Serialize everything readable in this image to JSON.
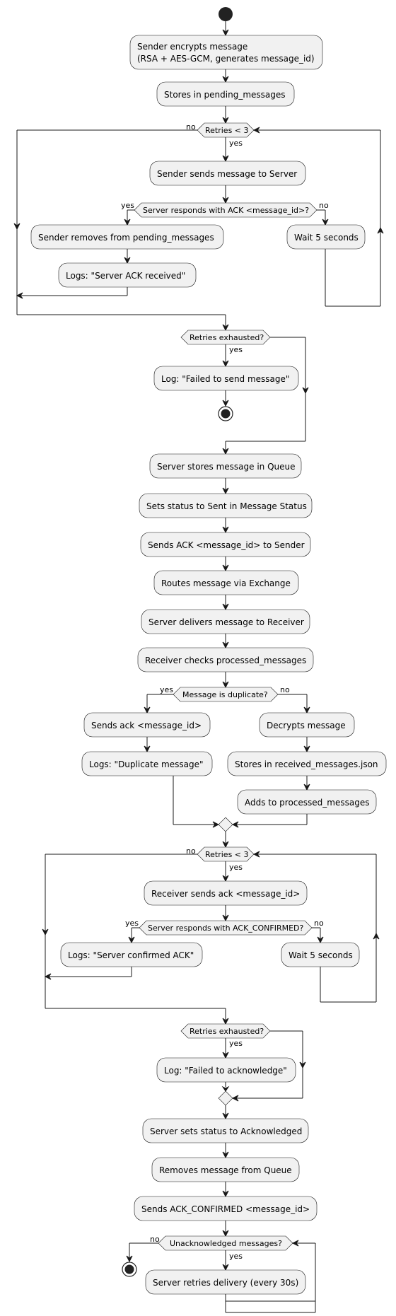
{
  "nodes": {
    "a1_l1": "Sender encrypts message",
    "a1_l2": "(RSA + AES-GCM, generates message_id)",
    "a2": "Stores in pending_messages",
    "a3": "Sender sends message to Server",
    "a4": "Sender removes from pending_messages",
    "a5": "Logs: \"Server ACK received\"",
    "a6": "Wait 5 seconds",
    "a7": "Log: \"Failed to send message\"",
    "a8": "Server stores message in Queue",
    "a9": "Sets status to Sent in Message Status",
    "a10": "Sends ACK <message_id> to Sender",
    "a11": "Routes message via Exchange",
    "a12": "Server delivers message to Receiver",
    "a13": "Receiver checks processed_messages",
    "a14": "Sends ack <message_id>",
    "a15": "Logs: \"Duplicate message\"",
    "a16": "Decrypts message",
    "a17": "Stores in received_messages.json",
    "a18": "Adds to processed_messages",
    "a19": "Receiver sends ack <message_id>",
    "a20": "Logs: \"Server confirmed ACK\"",
    "a21": "Wait 5 seconds",
    "a22": "Log: \"Failed to acknowledge\"",
    "a23": "Server sets status to Acknowledged",
    "a24": "Removes message from Queue",
    "a25": "Sends ACK_CONFIRMED <message_id>",
    "a26": "Server retries delivery (every 30s)"
  },
  "decisions": {
    "d1": "Retries < 3",
    "d2": "Server responds with ACK <message_id>?",
    "d3": "Retries exhausted?",
    "d4": "Message is duplicate?",
    "d5": "Retries < 3",
    "d6": "Server responds with ACK_CONFIRMED?",
    "d7": "Retries exhausted?",
    "d8": "Unacknowledged messages?"
  },
  "labels": {
    "yes": "yes",
    "no": "no"
  }
}
